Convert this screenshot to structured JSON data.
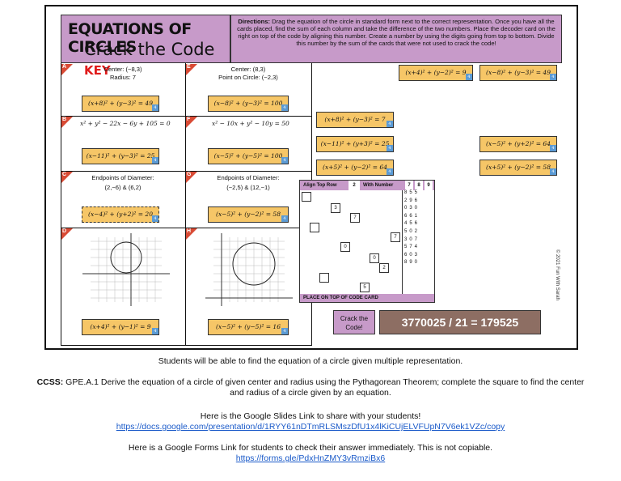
{
  "header": {
    "title": "EQUATIONS OF CIRCLES",
    "subtitle": "Crack the Code",
    "key": "KEY"
  },
  "directions": {
    "bold": "Directions:",
    "text": " Drag the equation of the circle in standard form next to the correct representation. Once you have all the cards placed, find the sum of each column and take the difference of the two numbers. Place the decoder card on the right on top of the code by aligning this number. Create a number by using the digits going from top to bottom. Divide this number by the sum of the cards that were not used to crack the code!"
  },
  "panels": [
    {
      "letter": "A",
      "l1": "Center: (−8,3)",
      "l2": "Radius: 7",
      "card": "(x+8)² + (y−3)² = 49",
      "n": "4"
    },
    {
      "letter": "E",
      "l1": "Center: (8,3)",
      "l2": "Point on Circle: (−2,3)",
      "card": "(x−8)² + (y−3)² = 100",
      "n": "4"
    },
    {
      "letter": "B",
      "eq": "x² + y² − 22x − 6y + 105 = 0",
      "card": "(x−11)² + (y−3)² = 25",
      "n": "4"
    },
    {
      "letter": "F",
      "eq": "x² − 10x + y² − 10y = 50",
      "card": "(x−5)² + (y−5)² = 100",
      "n": "4"
    },
    {
      "letter": "C",
      "l1": "Endpoints of Diameter:",
      "l2": "(2,−6) & (6,2)",
      "card": "(x−4)² + (y+2)² = 20",
      "n": "4"
    },
    {
      "letter": "G",
      "l1": "Endpoints of Diameter:",
      "l2": "(−2,5) & (12,−1)",
      "card": "(x−5)² + (y−2)² = 58",
      "n": "4"
    },
    {
      "letter": "D",
      "card": "(x+4)² + (y−1)² = 9",
      "n": "4"
    },
    {
      "letter": "H",
      "card": "(x−5)² + (y−5)² = 16",
      "n": "4"
    }
  ],
  "extra_cards": [
    {
      "text": "(x+4)² + (y−2)² = 9",
      "n": "4"
    },
    {
      "text": "(x−8)² + (y−3)² = 49",
      "n": "4"
    },
    {
      "text": "(x+8)² + (y−3)² = 7",
      "n": "4"
    },
    {
      "text": "(x−11)² + (y+3)² = 25",
      "n": "4"
    },
    {
      "text": "(x+5)² + (y−2)² = 64",
      "n": "4"
    },
    {
      "text": "(x−5)² + (y+2)² = 64",
      "n": "4"
    },
    {
      "text": "(x+5)² + (y−2)² = 58",
      "n": "4"
    }
  ],
  "decoder": {
    "top": "Align Top Row",
    "num": "2",
    "with": "With Number",
    "cols": [
      "7",
      "8",
      "9"
    ],
    "bottom": "PLACE ON TOP OF CODE CARD",
    "rows": [
      "855",
      "296",
      "030",
      "661",
      "456",
      "502",
      "307",
      "574",
      "603",
      "890"
    ],
    "squares": [
      "3",
      "7",
      "7",
      "0",
      "0",
      "2",
      "5"
    ]
  },
  "crack": {
    "label": "Crack the Code!",
    "answer": "3770025 / 21 = 179525"
  },
  "copyright": "© 2021 Fun With Sarah",
  "below": {
    "line1": "Students will be able to find the equation of a circle given multiple representation.",
    "ccss_label": "CCSS:",
    "ccss": " GPE.A.1 Derive the equation of a circle of given center and radius using the Pythagorean Theorem; complete the square to find the center and radius of a circle given by an equation.",
    "slides": "Here is the Google Slides Link to share with your students!",
    "slides_link": "https://docs.google.com/presentation/d/1RYY61nDTmRLSMszDfU1x4lKiCUjELVFUpN7V6ek1VZc/copy",
    "forms": "Here is a Google Forms Link for students to check their answer immediately. This is not copiable.",
    "forms_link": "https://forms.gle/PdxHnZMY3vRmziBx6"
  }
}
